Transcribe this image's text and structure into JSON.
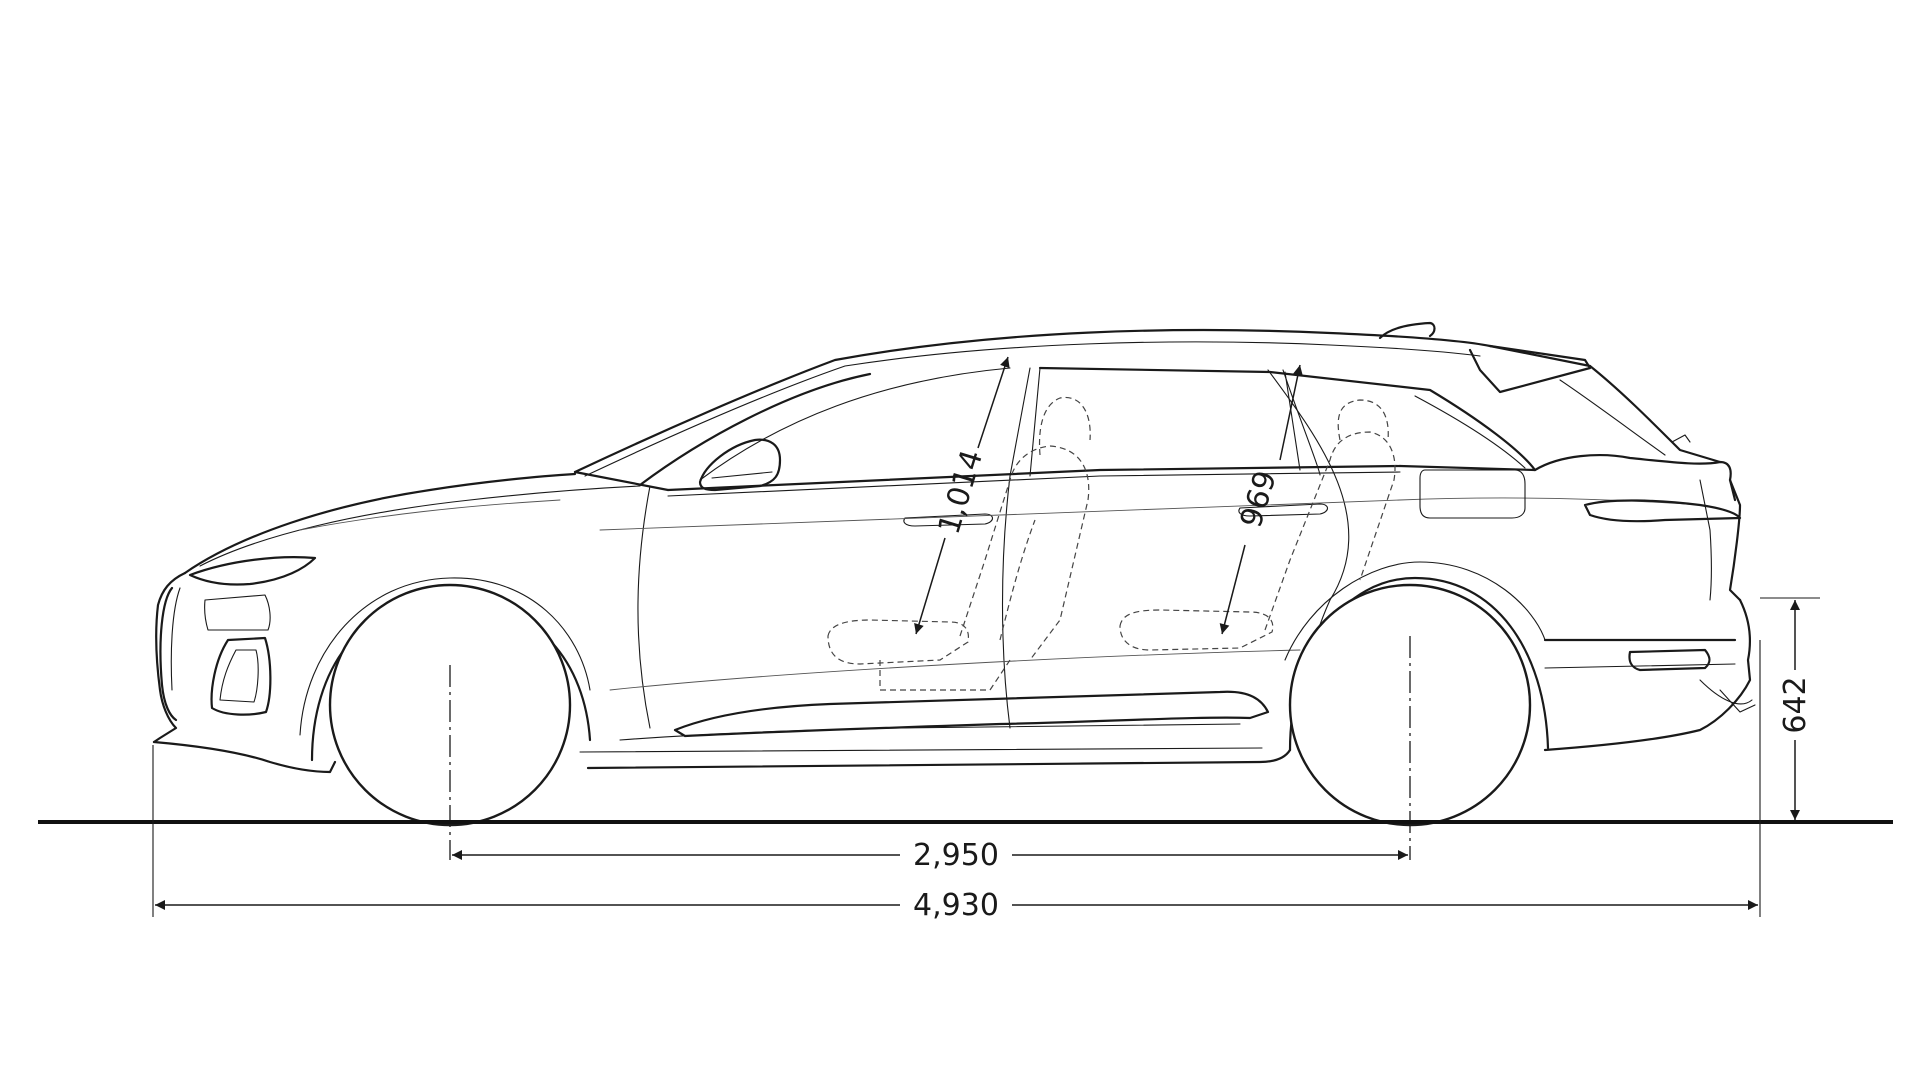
{
  "diagram": {
    "view": "side elevation",
    "units": "mm",
    "dimensions": {
      "length": "4,930",
      "wheelbase": "2,950",
      "rear_overhang_height": "642",
      "front_headroom": "1,014",
      "rear_headroom": "969"
    }
  }
}
